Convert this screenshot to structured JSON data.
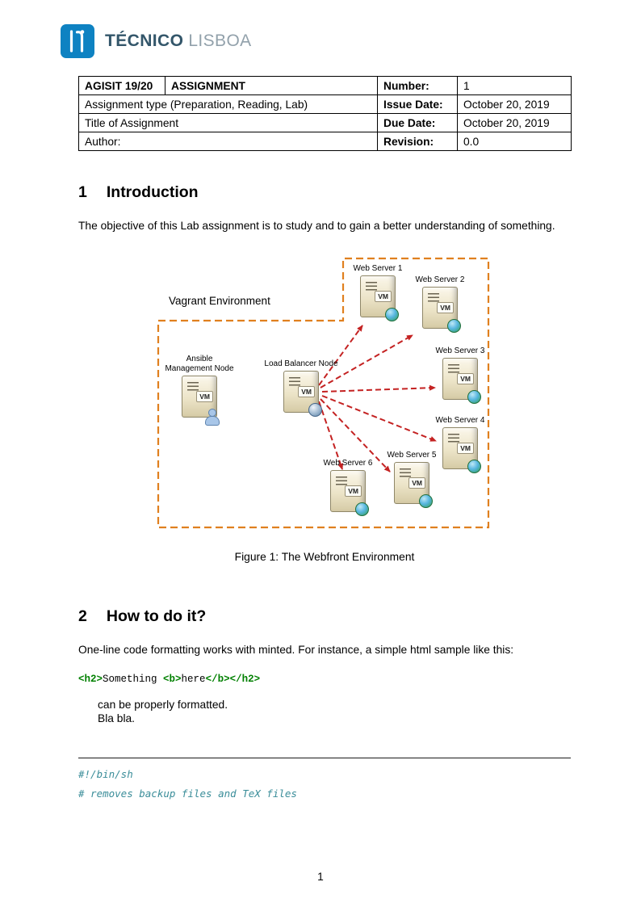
{
  "page": {
    "number": "1"
  },
  "logo": {
    "name": "TÉCNICO",
    "name_light": "LISBOA"
  },
  "info_table": {
    "course": "AGISIT 19/20",
    "doc_type": "ASSIGNMENT",
    "number_label": "Number:",
    "number_value": "1",
    "assignment_type": "Assignment type (Preparation, Reading, Lab)",
    "issue_date_label": "Issue Date:",
    "issue_date_value": "October 20, 2019",
    "title": "Title of Assignment",
    "due_date_label": "Due Date:",
    "due_date_value": "October 20, 2019",
    "author_label": "Author:",
    "revision_label": "Revision:",
    "revision_value": "0.0"
  },
  "section1": {
    "number": "1",
    "title": "Introduction",
    "body": "The objective of this Lab assignment is to study and to gain a better understanding of something."
  },
  "figure": {
    "environment_label": "Vagrant Environment",
    "vm_label": "VM",
    "caption": "Figure 1: The Webfront Environment",
    "nodes": [
      {
        "label": "Ansible Management Node"
      },
      {
        "label": "Load Balancer Node"
      },
      {
        "label": "Web Server 1"
      },
      {
        "label": "Web Server 2"
      },
      {
        "label": "Web Server 3"
      },
      {
        "label": "Web Server 4"
      },
      {
        "label": "Web Server 5"
      },
      {
        "label": "Web Server 6"
      }
    ]
  },
  "section2": {
    "number": "2",
    "title": "How to do it?",
    "body": "One-line code formatting works with minted. For instance, a simple html sample like this:",
    "code_tokens": [
      {
        "text": "<h2>",
        "type": "tag"
      },
      {
        "text": "Something ",
        "type": "text"
      },
      {
        "text": "<b>",
        "type": "tag"
      },
      {
        "text": "here",
        "type": "text"
      },
      {
        "text": "</b>",
        "type": "tag"
      },
      {
        "text": "</h2>",
        "type": "tag"
      }
    ],
    "quote_line1": "can be properly formatted.",
    "quote_line2": "Bla bla."
  },
  "listing": {
    "lines": [
      "#!/bin/sh",
      "# removes backup files and TeX files"
    ]
  },
  "colors": {
    "brand_blue": "#0e82c2",
    "box_orange": "#e0801f",
    "arrow_red": "#c42222",
    "comment_teal": "#3a8d99",
    "tag_green": "#008000"
  }
}
